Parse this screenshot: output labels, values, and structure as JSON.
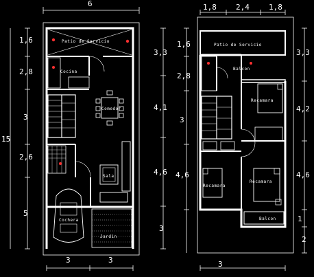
{
  "dimensions": {
    "ground_top_width": "6",
    "ground_left": [
      "1,6",
      "2,8",
      "3",
      "2,6",
      "5"
    ],
    "ground_total_height": "15",
    "ground_right": [
      "3,3",
      "4,1",
      "4,6",
      "3"
    ],
    "ground_bottom": [
      "3",
      "3"
    ],
    "upper_top": [
      "1,8",
      "2,4",
      "1,8"
    ],
    "upper_left": [
      "1,6",
      "2,8",
      "3",
      "4,6"
    ],
    "upper_right": [
      "3,3",
      "4,2",
      "4,6",
      "1",
      "2"
    ],
    "upper_bottom": "3"
  },
  "rooms": {
    "patio_ground": "Patio de Servicio",
    "cocina": "Cocina",
    "comedor": "Comedor",
    "sala": "Sala",
    "cochera": "Cochera",
    "jardin": "Jardin",
    "patio_upper": "Patio de Servicio",
    "balcon_top": "Balcon",
    "recamara_upper_right_top": "Recamara",
    "recamara_left": "Recamara",
    "recamara_right": "Recamara",
    "balcon_bottom": "Balcon"
  },
  "colors": {
    "background": "#000000",
    "wall": "#ffffff",
    "dimension_line": "#ffffff",
    "fixture_accent": "#ff3030"
  }
}
